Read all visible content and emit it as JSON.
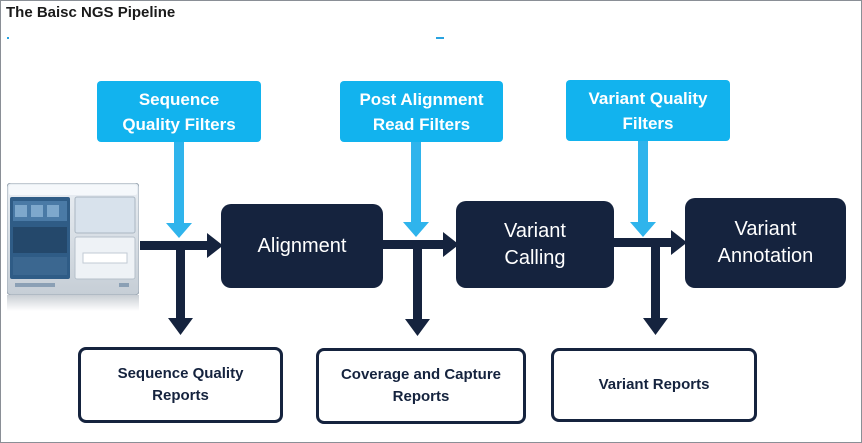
{
  "window": {
    "title": "The Baisc NGS Pipeline"
  },
  "colors": {
    "filter_fill": "#12b3ee",
    "step_fill": "#15233e",
    "report_border": "#15233e",
    "filter_arrow": "#2fb4ec",
    "flow_arrow": "#15233e"
  },
  "instrument": {
    "icon": "sequencer-machine-image"
  },
  "filters": [
    {
      "label": "Sequence\nQuality Filters"
    },
    {
      "label": "Post Alignment\nRead Filters"
    },
    {
      "label": "Variant Quality\nFilters"
    }
  ],
  "steps": [
    {
      "label": "Alignment"
    },
    {
      "label": "Variant\nCalling"
    },
    {
      "label": "Variant\nAnnotation"
    }
  ],
  "reports": [
    {
      "label": "Sequence Quality\nReports"
    },
    {
      "label": "Coverage and Capture\nReports"
    },
    {
      "label": "Variant Reports"
    }
  ]
}
